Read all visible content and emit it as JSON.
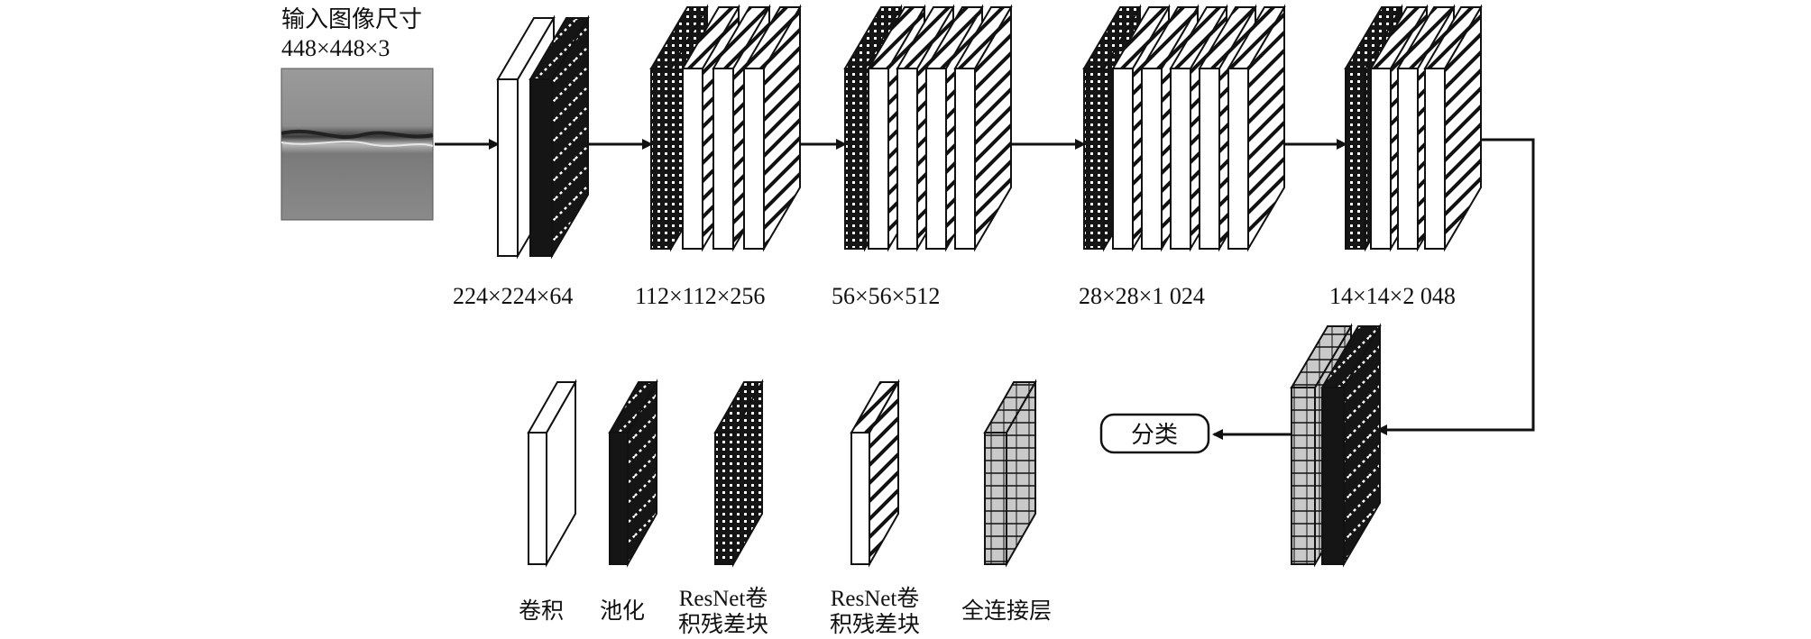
{
  "input": {
    "title": "输入图像尺寸",
    "size": "448×448×3"
  },
  "stages": [
    {
      "label": "224×224×64"
    },
    {
      "label": "112×112×256"
    },
    {
      "label": "56×56×512"
    },
    {
      "label": "28×28×1 024"
    },
    {
      "label": "14×14×2 048"
    }
  ],
  "output": {
    "label": "分类"
  },
  "legend": [
    {
      "key": "conv",
      "line1": "卷积",
      "line2": ""
    },
    {
      "key": "pool",
      "line1": "池化",
      "line2": ""
    },
    {
      "key": "resnet_a",
      "line1": "ResNet卷",
      "line2": "积残差块"
    },
    {
      "key": "resnet_b",
      "line1": "ResNet卷",
      "line2": "积残差块"
    },
    {
      "key": "fc",
      "line1": "全连接层",
      "line2": ""
    }
  ],
  "colors": {
    "line": "#111111",
    "dark_fill": "#151515",
    "light_fill": "#ffffff",
    "fc_fill": "#c9c9c9",
    "input_image": "#8a8a8a"
  }
}
